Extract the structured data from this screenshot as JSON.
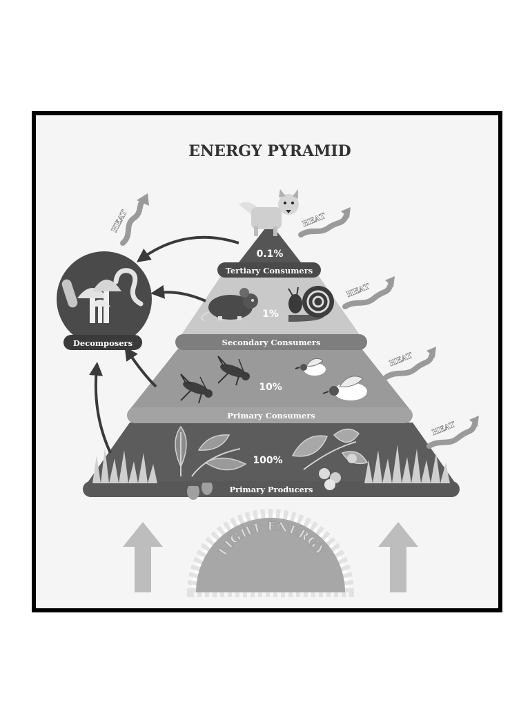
{
  "title": "ENERGY PYRAMID",
  "levels": [
    {
      "percent": "0.1%",
      "label": "Tertiary Consumers"
    },
    {
      "percent": "1%",
      "label": "Secondary Consumers"
    },
    {
      "percent": "10%",
      "label": "Primary Consumers"
    },
    {
      "percent": "100%",
      "label": "Primary Producers"
    }
  ],
  "decomposers_label": "Decomposers",
  "heat_label": "HEAT",
  "light_label": "LIGHT ENERGY",
  "icons": [
    "fox-icon",
    "mouse-icon",
    "snail-icon",
    "grasshopper-icon",
    "bird-icon",
    "oak-leaf-icon",
    "acorn-icon",
    "berry-branch-icon",
    "grass-icon",
    "mushroom-icon",
    "worm-icon",
    "bacteria-icon",
    "sun-icon",
    "up-arrow-icon",
    "heat-arrow-icon"
  ]
}
